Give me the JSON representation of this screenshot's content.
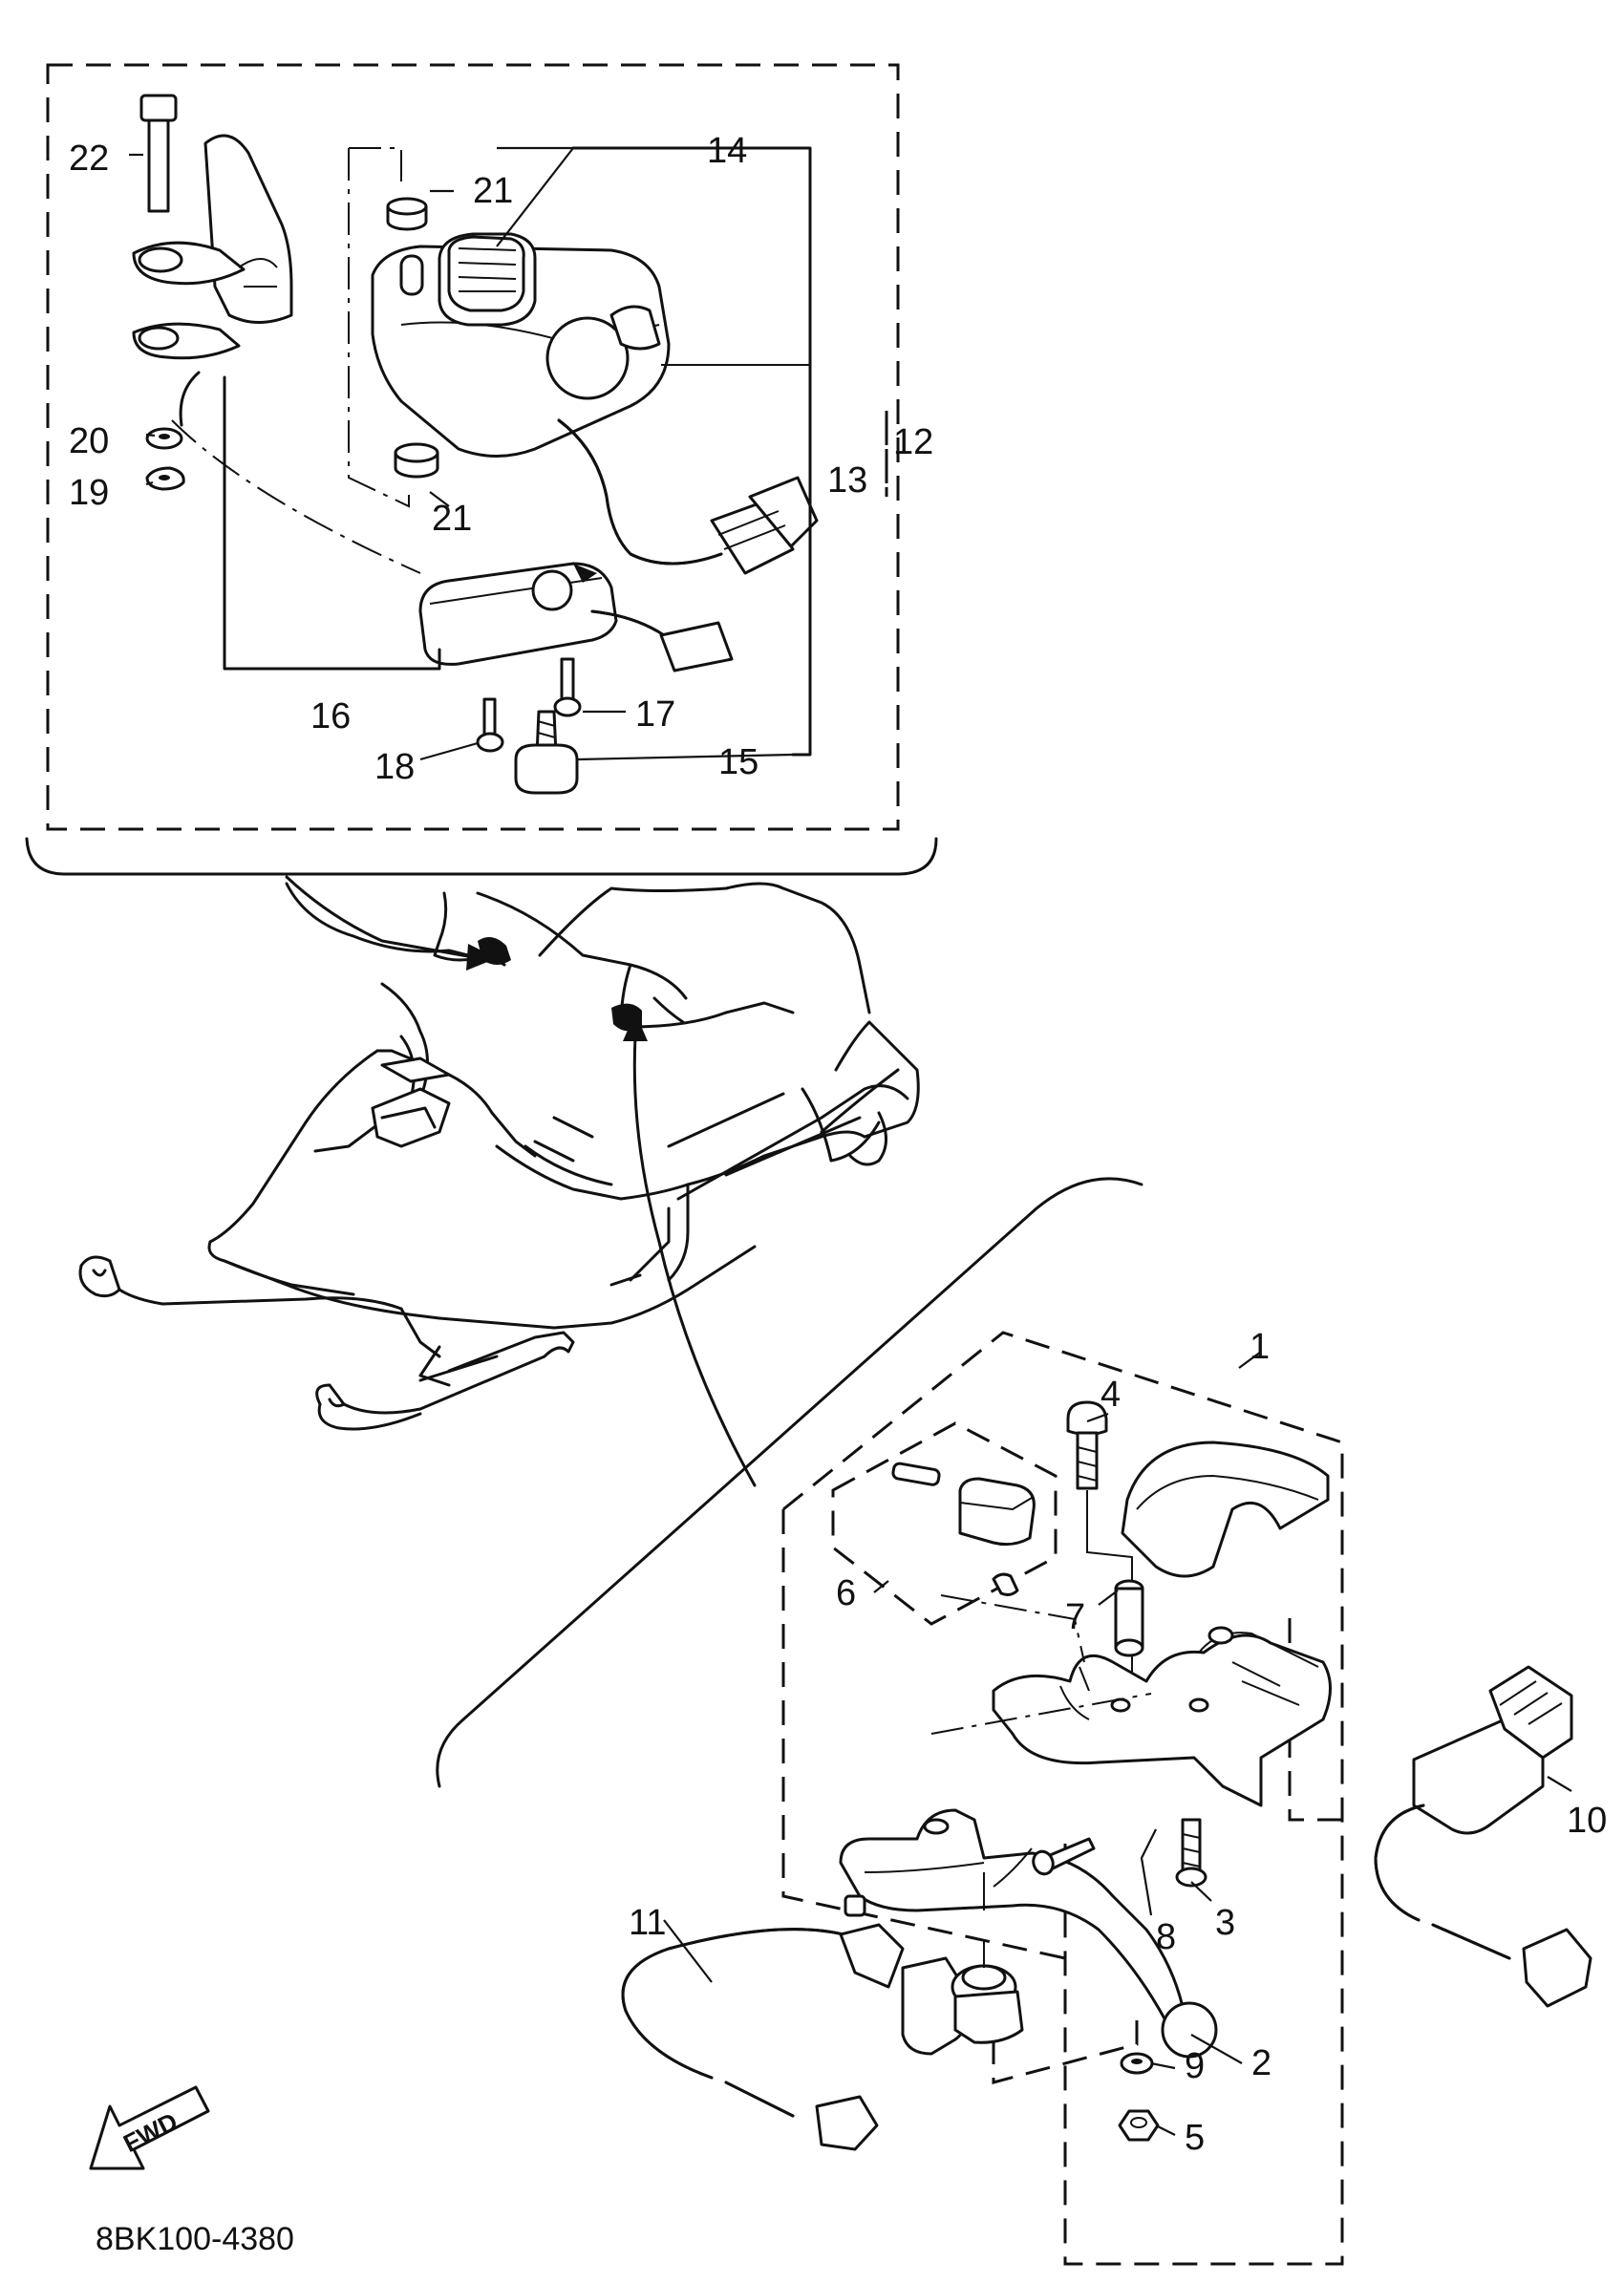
{
  "drawing_code": "8BK100-4380",
  "fwd_label": "FWD",
  "callouts": {
    "c1": "1",
    "c2": "2",
    "c3": "3",
    "c4": "4",
    "c5": "5",
    "c6": "6",
    "c7": "7",
    "c8": "8",
    "c9": "9",
    "c10": "10",
    "c11": "11",
    "c12": "12",
    "c13": "13",
    "c14": "14",
    "c15": "15",
    "c16": "16",
    "c17": "17",
    "c18": "18",
    "c19": "19",
    "c20": "20",
    "c21a": "21",
    "c21b": "21",
    "c22": "22"
  }
}
